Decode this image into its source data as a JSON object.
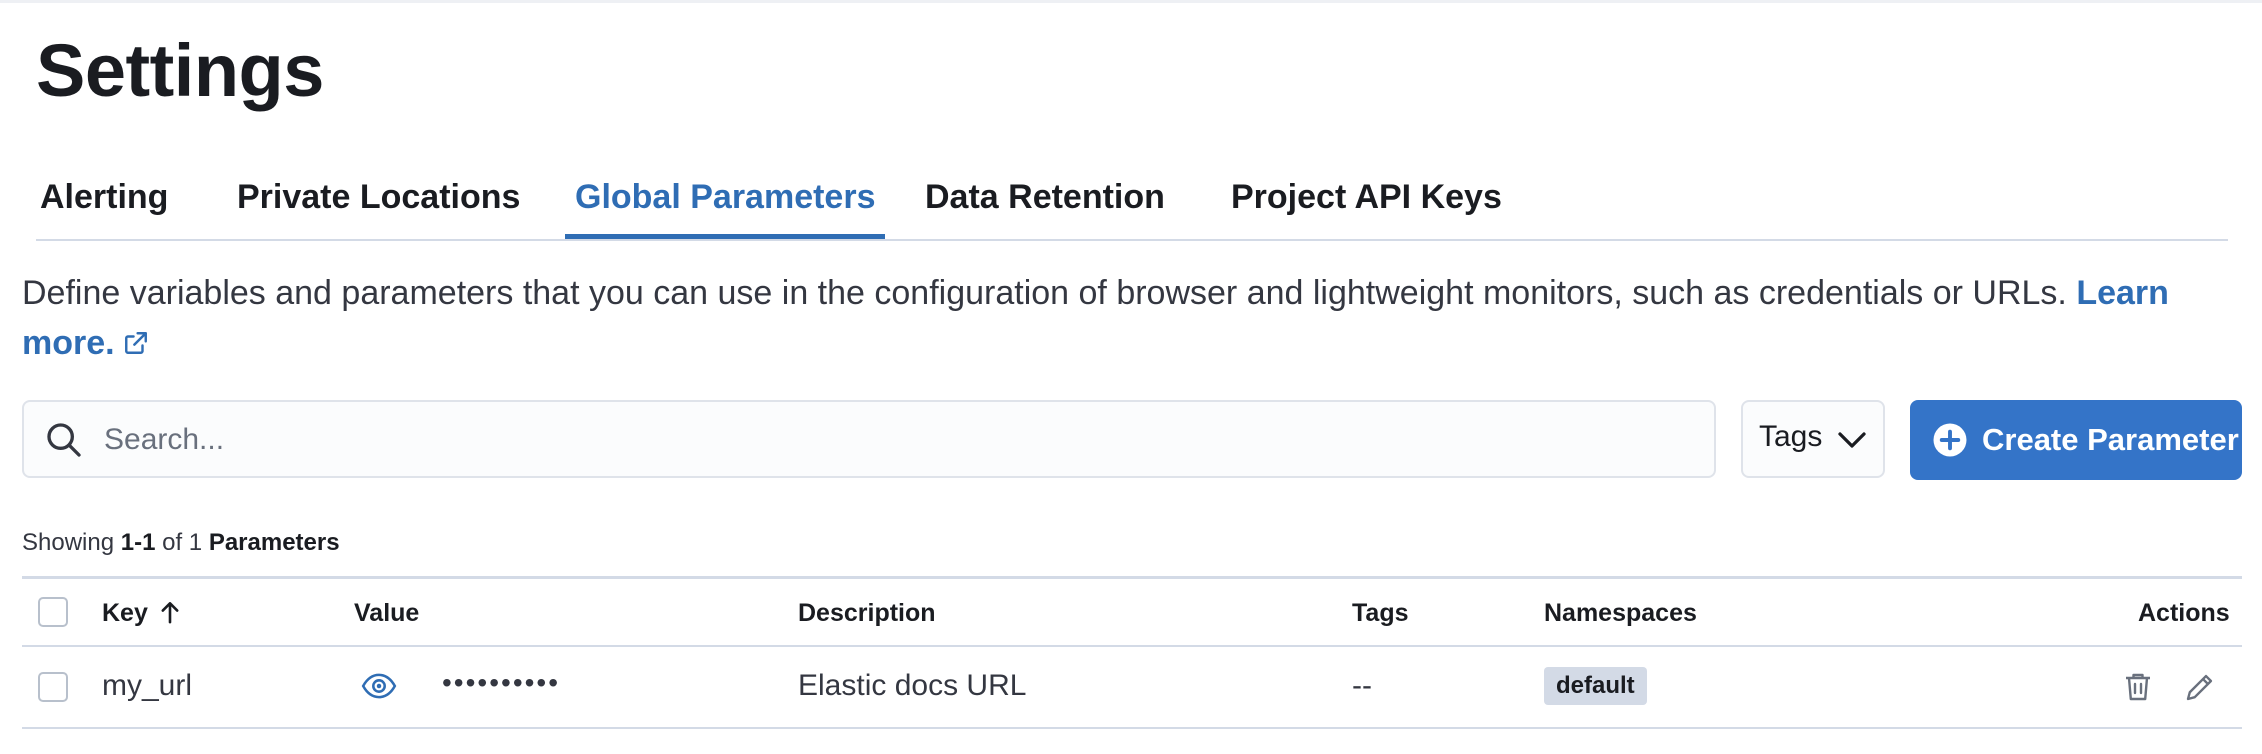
{
  "page": {
    "title": "Settings"
  },
  "tabs": [
    {
      "label": "Alerting"
    },
    {
      "label": "Private Locations"
    },
    {
      "label": "Global Parameters",
      "active": true
    },
    {
      "label": "Data Retention"
    },
    {
      "label": "Project API Keys"
    }
  ],
  "intro": {
    "text": "Define variables and parameters that you can use in the configuration of browser and lightweight monitors, such as credentials or URLs.",
    "link_label": "Learn more.",
    "link_icon": "external-link-icon"
  },
  "toolbar": {
    "search_placeholder": "Search...",
    "search_icon": "search-icon",
    "tags_label": "Tags",
    "create_label": "Create Parameter",
    "create_icon": "plus-circle-icon"
  },
  "summary": {
    "prefix": "Showing",
    "range": "1-1",
    "of": "of",
    "total": "1",
    "noun": "Parameters"
  },
  "table": {
    "columns": {
      "key": "Key",
      "value": "Value",
      "description": "Description",
      "tags": "Tags",
      "namespaces": "Namespaces",
      "actions": "Actions"
    },
    "rows": [
      {
        "key": "my_url",
        "value_masked": "••••••••••",
        "description": "Elastic docs URL",
        "tags": "--",
        "namespace": "default"
      }
    ]
  },
  "colors": {
    "accent": "#2f6db4",
    "primary_button": "#3474c8",
    "border": "#d3dae6",
    "badge_bg": "#d3dae6"
  }
}
